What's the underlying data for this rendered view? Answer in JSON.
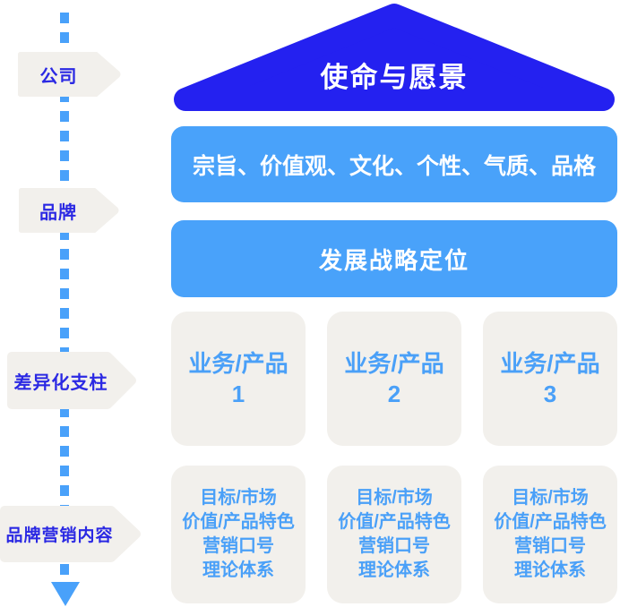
{
  "diagram": {
    "roof": {
      "title": "使命与愿景"
    },
    "stage_labels": [
      {
        "text": "公司"
      },
      {
        "text": "品牌"
      },
      {
        "text": "差异化支柱"
      },
      {
        "text": "品牌营销内容"
      }
    ],
    "bars": [
      {
        "text": "宗旨、价值观、文化、个性、气质、品格"
      },
      {
        "text": "发展战略定位"
      }
    ],
    "product_boxes": [
      {
        "label": "业务/产品",
        "number": "1"
      },
      {
        "label": "业务/产品",
        "number": "2"
      },
      {
        "label": "业务/产品",
        "number": "3"
      }
    ],
    "marketing_lines": [
      "目标/市场",
      "价值/产品特色",
      "营销口号",
      "理论体系"
    ],
    "colors": {
      "roof_blue": "#2421f0",
      "bar_blue": "#49a2fa",
      "panel_gray": "#f2f0ec",
      "label_blue": "#2b29e3",
      "accent_blue": "#4aa0f8",
      "line_blue": "#49a1fa"
    }
  }
}
